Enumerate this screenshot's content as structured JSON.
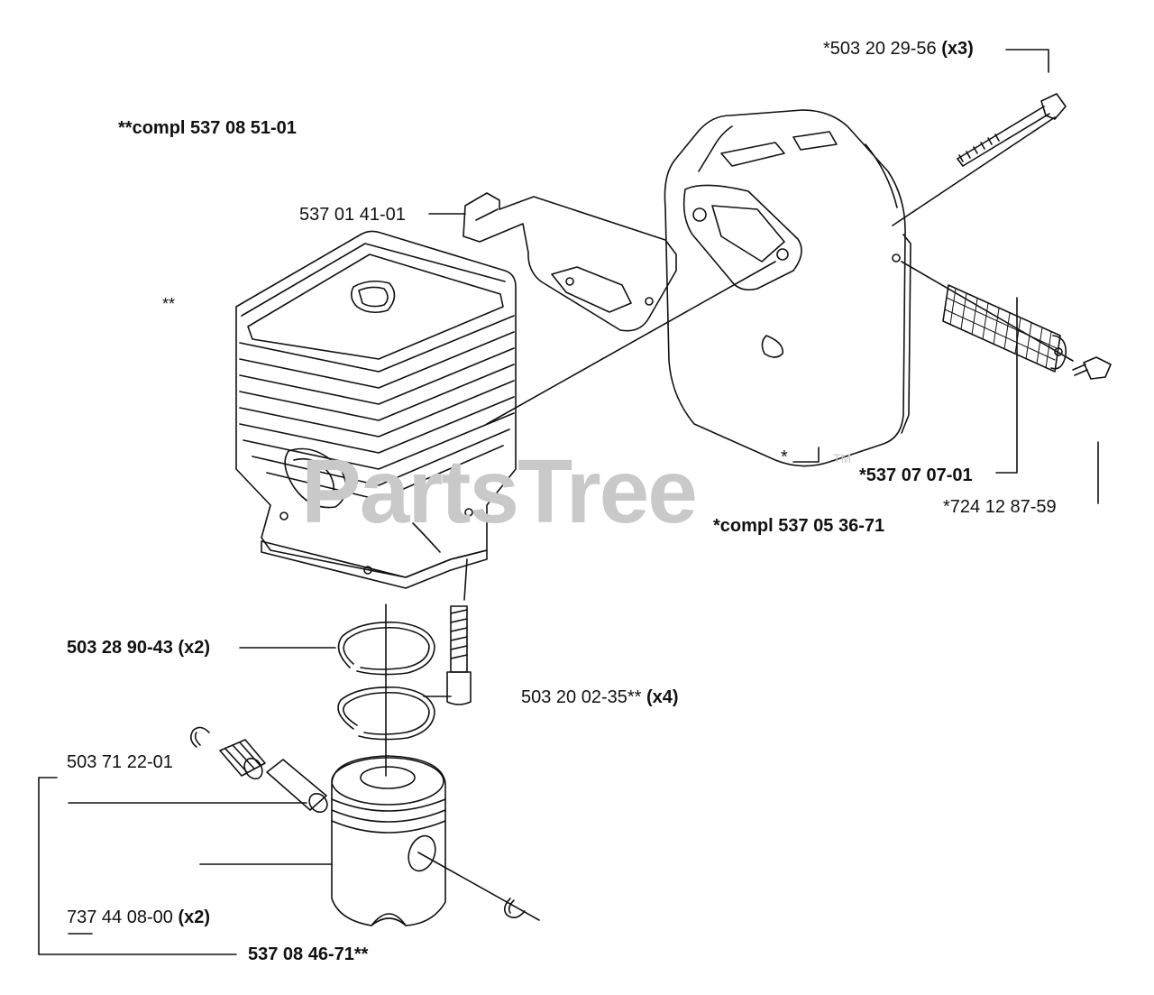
{
  "watermark": {
    "text": "PartsTree",
    "trademark": "TM",
    "color": "#c9c9c9"
  },
  "labels": {
    "muffler_bolt": {
      "part": "*503 20 29-56",
      "qty": "(x3)"
    },
    "cylinder_complete": {
      "text": "**compl 537 08 51-01"
    },
    "muffler_bracket": {
      "part": "537 01 41-01"
    },
    "cylinder_marker": {
      "text": "**"
    },
    "muffler_marker": {
      "text": "*"
    },
    "spark_screen": {
      "part": "*537 07 07-01"
    },
    "screen_screw": {
      "part": "*724 12 87-59"
    },
    "muffler_complete": {
      "text": "*compl 537 05 36-71"
    },
    "piston_rings": {
      "part": "503 28 90-43",
      "qty": "(x2)"
    },
    "cylinder_screws": {
      "part": "503 20 02-35**",
      "qty": "(x4)"
    },
    "needle_bearing": {
      "part": "503 71 22-01"
    },
    "retaining_rings": {
      "part": "737 44 08-00",
      "qty": "(x2)"
    },
    "piston_kit": {
      "part": "537 08 46-71**"
    }
  }
}
